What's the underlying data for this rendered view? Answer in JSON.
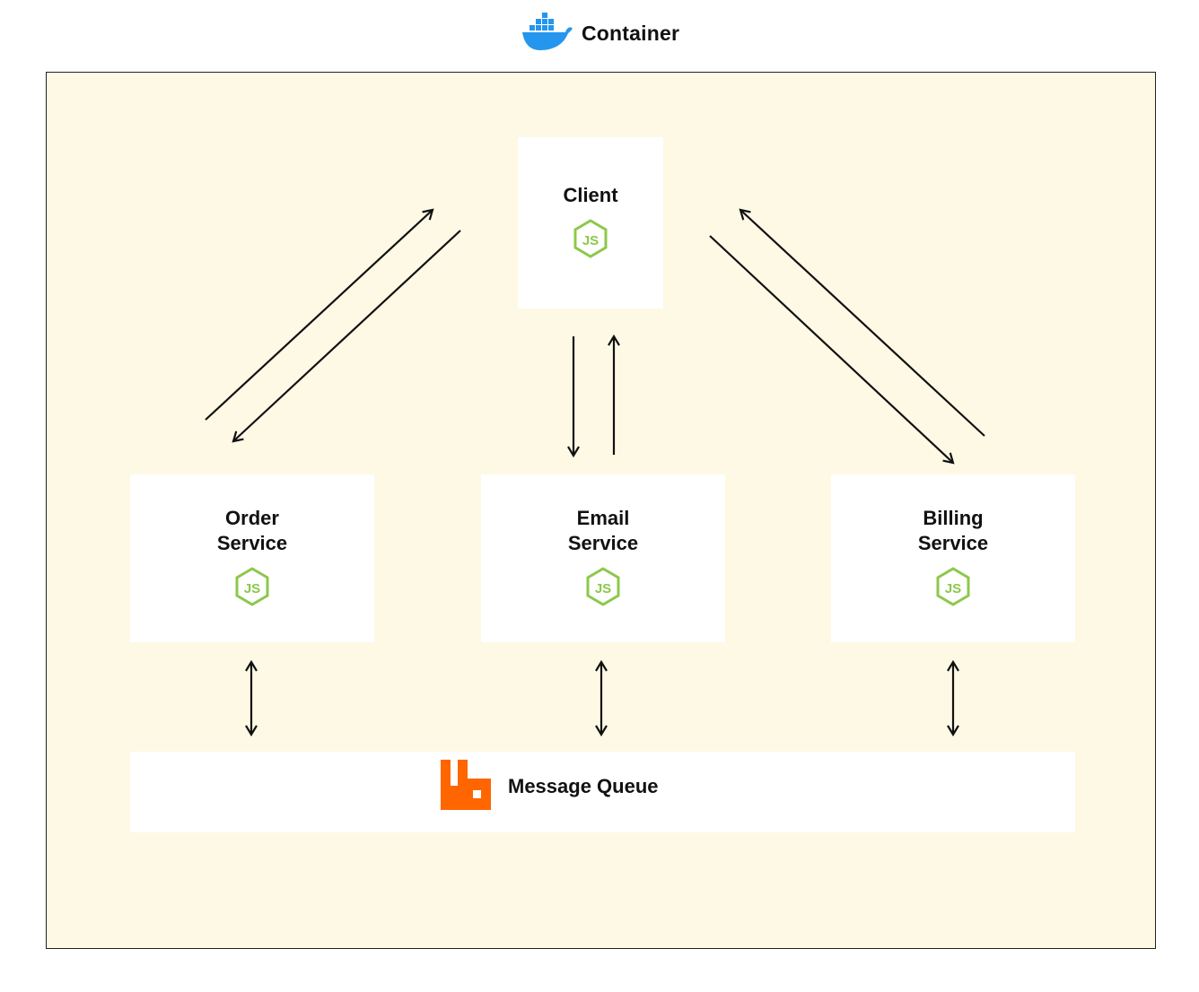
{
  "header": {
    "title": "Container",
    "icon": "docker-whale-icon"
  },
  "nodes": {
    "client": {
      "label": "Client",
      "icon": "nodejs-icon"
    },
    "order": {
      "label": "Order Service",
      "icon": "nodejs-icon"
    },
    "email": {
      "label": "Email Service",
      "icon": "nodejs-icon"
    },
    "billing": {
      "label": "Billing Service",
      "icon": "nodejs-icon"
    }
  },
  "queue": {
    "label": "Message Queue",
    "icon": "rabbitmq-icon"
  },
  "colors": {
    "container_bg": "#fef9e5",
    "docker_blue": "#2496ed",
    "nodejs_green": "#8cc84b",
    "rabbitmq_orange": "#ff6600"
  }
}
